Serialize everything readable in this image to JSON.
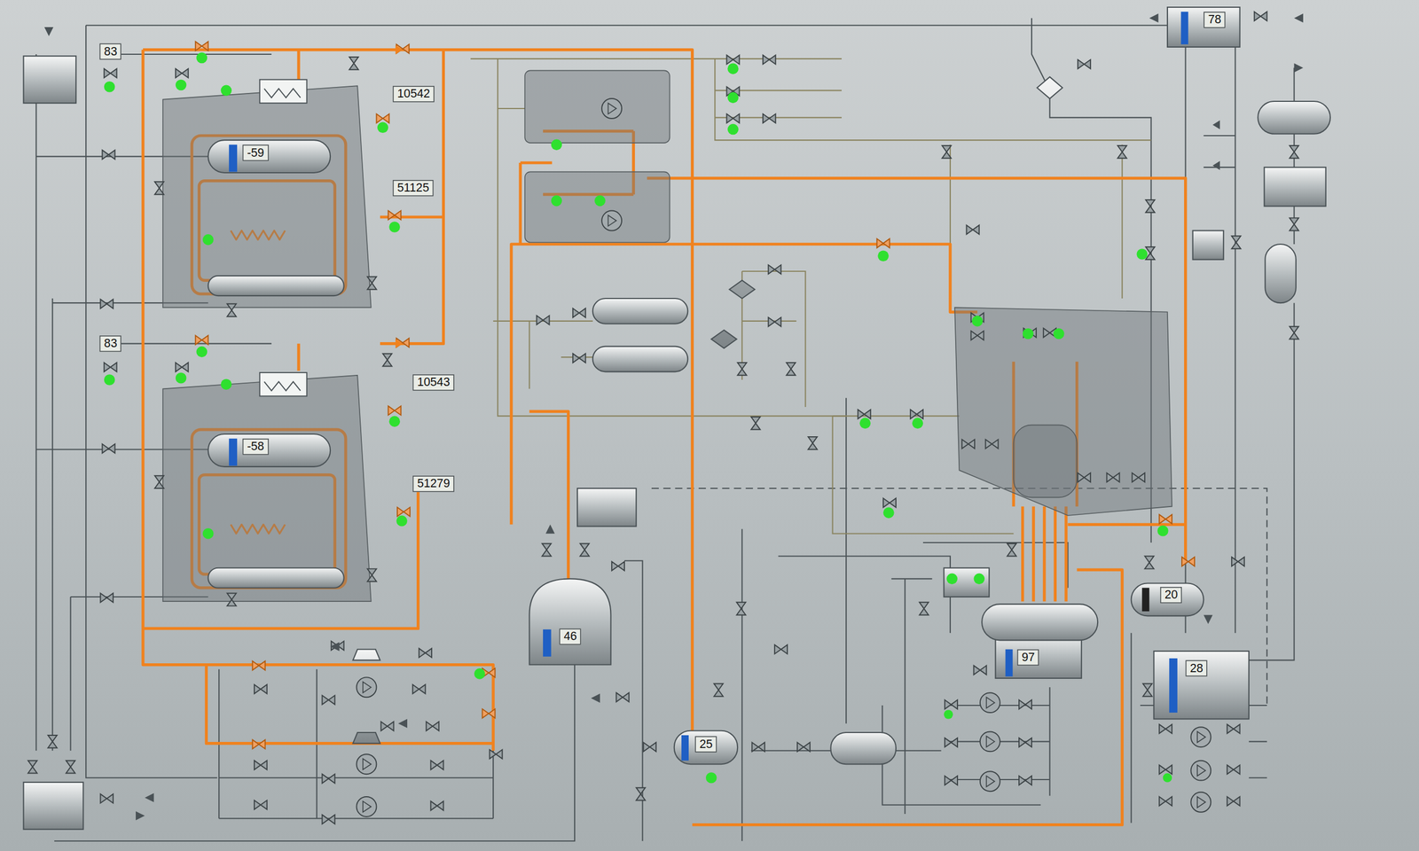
{
  "diagram": {
    "nodes": [
      {
        "text": [
          "78"
        ]
      },
      {
        "text": [
          "83"
        ]
      },
      {
        "text": [
          "10542"
        ]
      },
      {
        "text": [
          "-59"
        ]
      },
      {
        "text": [
          "51125"
        ]
      },
      {
        "text": [
          "83"
        ]
      },
      {
        "text": [
          "10543"
        ]
      },
      {
        "text": [
          "-58"
        ]
      },
      {
        "text": [
          "51279"
        ]
      },
      {
        "text": [
          "20"
        ]
      },
      {
        "text": [
          "46"
        ]
      },
      {
        "text": [
          "97"
        ]
      },
      {
        "text": [
          "28"
        ]
      },
      {
        "text": [
          "25"
        ]
      }
    ]
  }
}
